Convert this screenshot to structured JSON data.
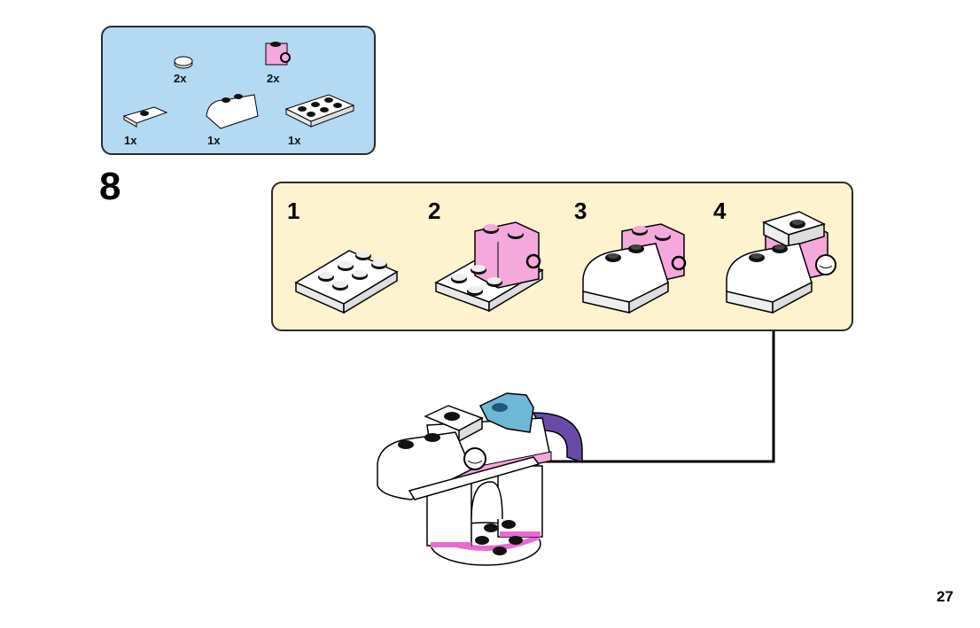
{
  "page": {
    "number": "27",
    "step_number": "8"
  },
  "parts_list": {
    "items": [
      {
        "name": "round-tile-1x1-eyes",
        "qty": "2x",
        "color": "white"
      },
      {
        "name": "brick-1x1-side-stud",
        "qty": "2x",
        "color": "pink"
      },
      {
        "name": "plate-1x2-jumper",
        "qty": "1x",
        "color": "white"
      },
      {
        "name": "curved-brick-2x2",
        "qty": "1x",
        "color": "white"
      },
      {
        "name": "plate-2x3",
        "qty": "1x",
        "color": "white"
      }
    ]
  },
  "sub_steps": [
    {
      "label": "1"
    },
    {
      "label": "2"
    },
    {
      "label": "3"
    },
    {
      "label": "4"
    }
  ],
  "colors": {
    "parts_bg": "#b4d9f3",
    "substep_bg": "#fdf3cf",
    "pink": "#f4a8dc",
    "magenta": "#e96ad2",
    "light_blue": "#6fb7d6",
    "purple": "#6a4aa8"
  }
}
